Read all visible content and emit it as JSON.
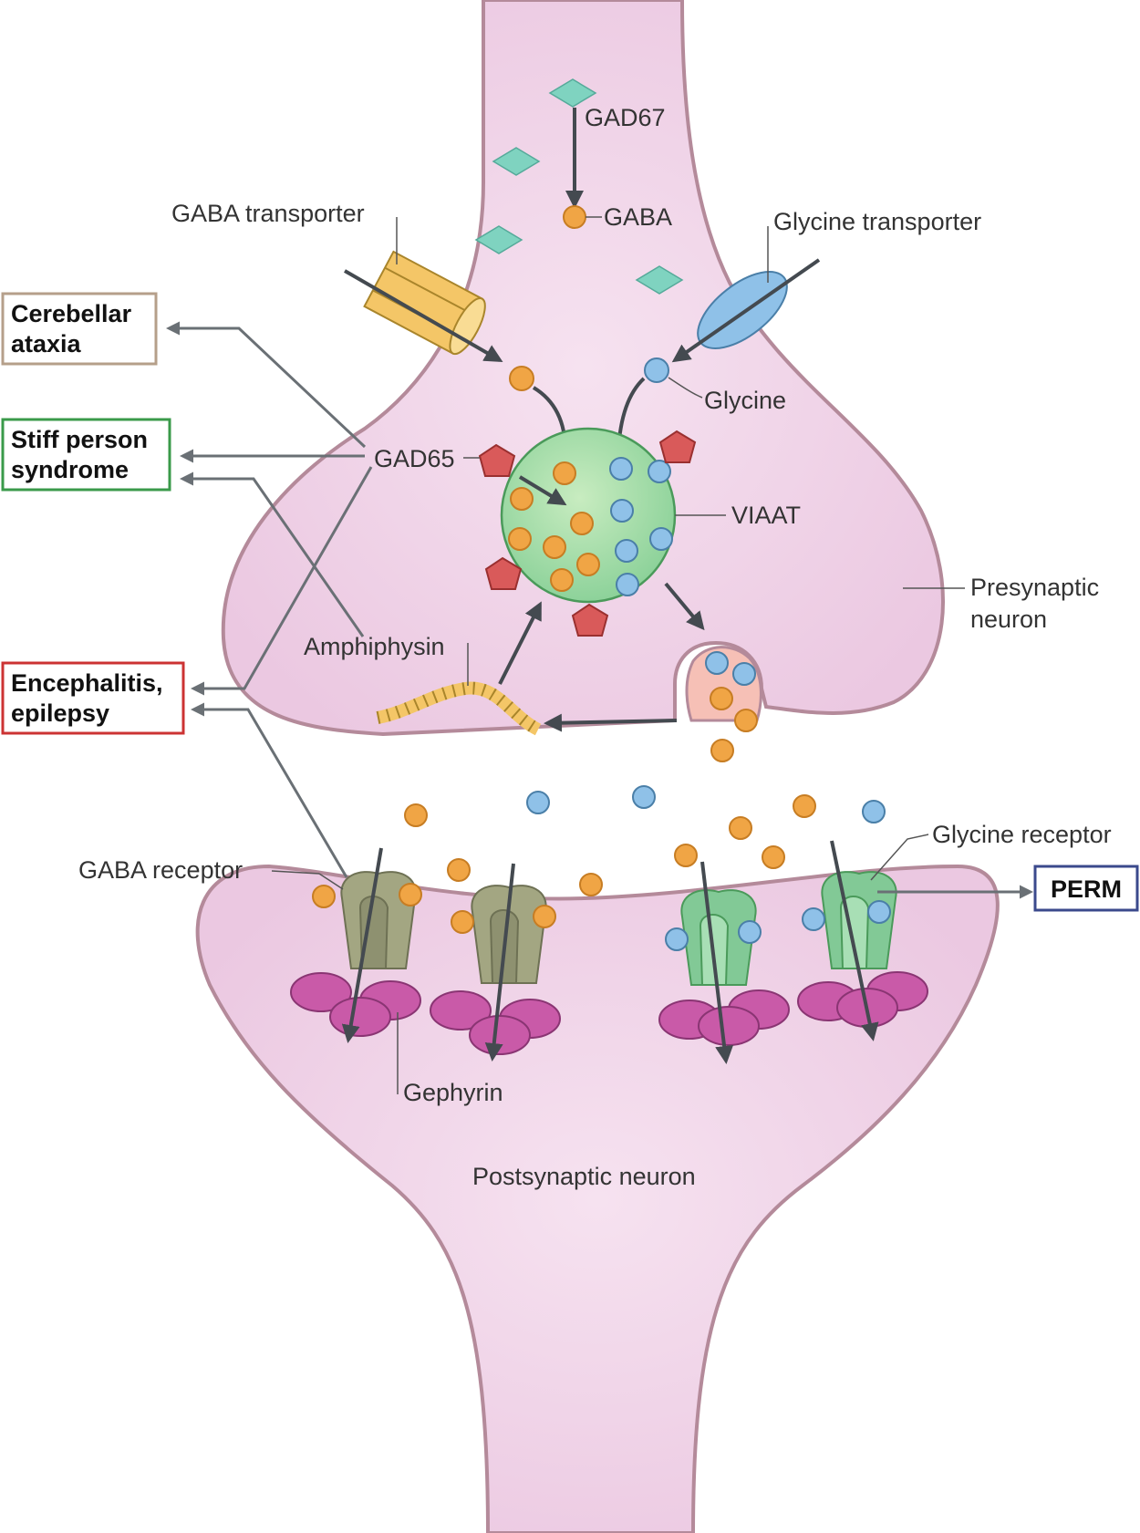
{
  "labels": {
    "gad67": "GAD67",
    "gaba": "GABA",
    "gaba_transporter": "GABA transporter",
    "glycine_transporter": "Glycine transporter",
    "glycine": "Glycine",
    "gad65": "GAD65",
    "viaat": "VIAAT",
    "presynaptic_line1": "Presynaptic",
    "presynaptic_line2": "neuron",
    "amphiphysin": "Amphiphysin",
    "gaba_receptor": "GABA receptor",
    "glycine_receptor": "Glycine receptor",
    "gephyrin": "Gephyrin",
    "postsynaptic": "Postsynaptic neuron"
  },
  "disease_boxes": {
    "cerebellar_ataxia": {
      "line1": "Cerebellar",
      "line2": "ataxia",
      "border": "#b59f8a"
    },
    "stiff_person": {
      "line1": "Stiff person",
      "line2": "syndrome",
      "border": "#3a9a4a"
    },
    "encephalitis": {
      "line1": "Encephalitis,",
      "line2": "epilepsy",
      "border": "#cc3333"
    },
    "perm": {
      "line1": "PERM",
      "border": "#3b4a8c"
    }
  },
  "colors": {
    "neuron_fill": "#f0d3e8",
    "neuron_stroke": "#b48a9a",
    "gaba_ball": "#f0a545",
    "glycine_ball": "#8fc1e8",
    "gad67": "#7fd3c0",
    "gad65": "#d95a5a",
    "vesicle": "#9ed9a0",
    "gaba_receptor": "#a3a682",
    "glycine_receptor": "#82c996",
    "gephyrin": "#c95aa8",
    "arrow": "#5d6166"
  }
}
